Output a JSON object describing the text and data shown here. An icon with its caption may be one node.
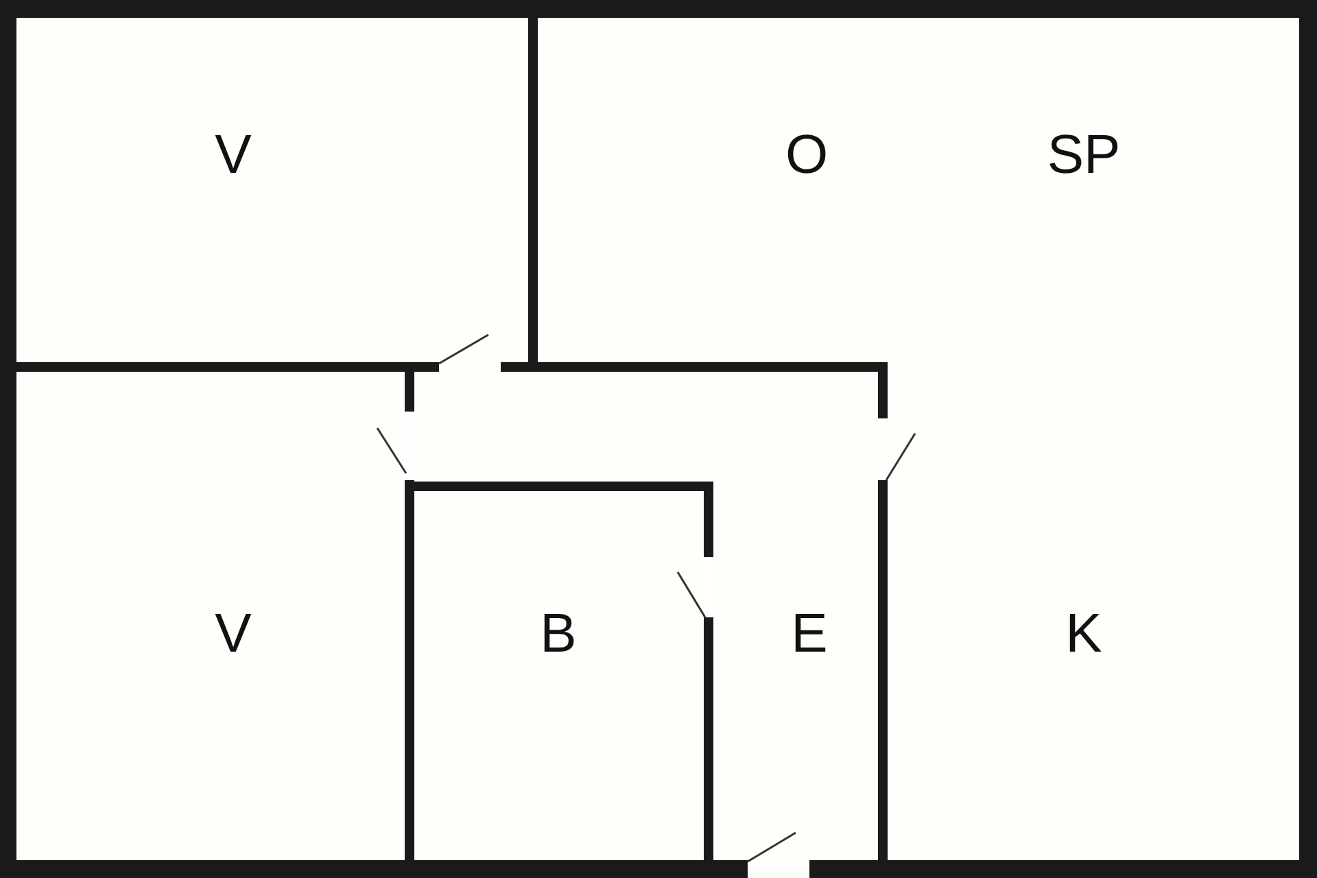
{
  "diagram": {
    "labels": [
      "V",
      "O",
      "SP",
      "V",
      "B",
      "E",
      "K"
    ]
  }
}
